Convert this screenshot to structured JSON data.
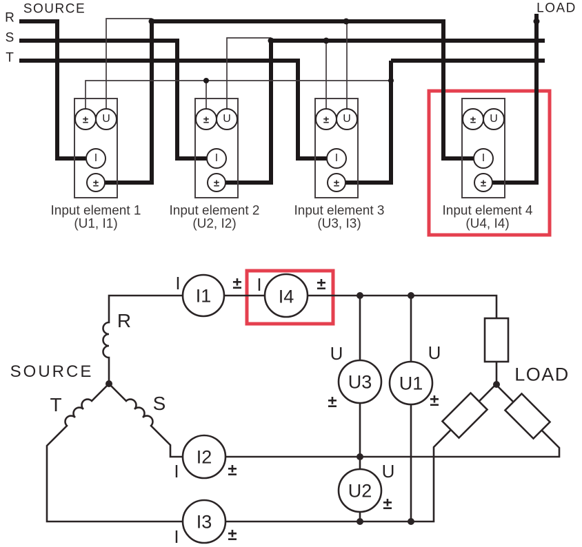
{
  "colors": {
    "highlight": "#e5404f",
    "wire": "#231f20",
    "text": "#272324"
  },
  "top_diagram": {
    "source_label": "SOURCE",
    "load_label": "LOAD",
    "phase_labels": [
      "R",
      "S",
      "T"
    ],
    "terminal_glyphs": {
      "plus_minus": "±",
      "voltage": "U",
      "current": "I"
    },
    "elements": [
      {
        "name": "Input element 1",
        "channels": "(U1, I1)"
      },
      {
        "name": "Input element 2",
        "channels": "(U2, I2)"
      },
      {
        "name": "Input element 3",
        "channels": "(U3, I3)"
      },
      {
        "name": "Input element 4",
        "channels": "(U4, I4)",
        "highlighted": true
      }
    ]
  },
  "bottom_diagram": {
    "source_label": "SOURCE",
    "load_label": "LOAD",
    "winding_labels": [
      "R",
      "S",
      "T"
    ],
    "meters": {
      "i1": "I1",
      "i2": "I2",
      "i3": "I3",
      "i4": "I4",
      "u1": "U1",
      "u2": "U2",
      "u3": "U3"
    },
    "terminal_glyphs": {
      "current": "I",
      "plus_minus": "±",
      "voltage": "U"
    },
    "highlighted_meter": "I4"
  }
}
